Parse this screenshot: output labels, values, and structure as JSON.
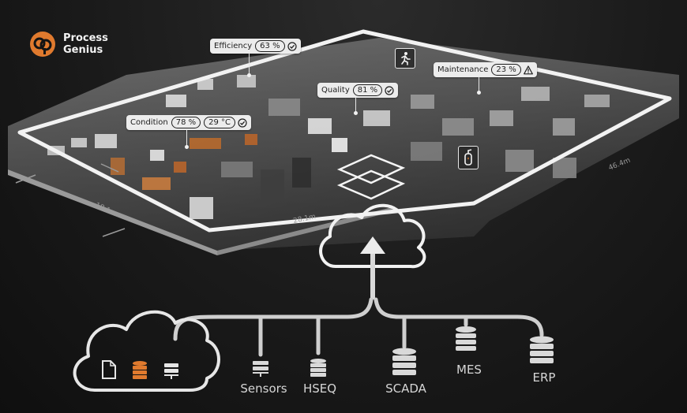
{
  "brand": {
    "name_line1": "Process",
    "name_line2": "Genius",
    "accent_color": "#e07a2e"
  },
  "kpi_tags": [
    {
      "label": "Efficiency",
      "values": [
        "63 %"
      ],
      "status": "check-icon"
    },
    {
      "label": "Quality",
      "values": [
        "81 %"
      ],
      "status": "check-icon"
    },
    {
      "label": "Maintenance",
      "values": [
        "23 %"
      ],
      "status": "warning-icon"
    },
    {
      "label": "Condition",
      "values": [
        "78 %",
        "29 °C"
      ],
      "status": "check-icon"
    }
  ],
  "floor_dimensions": {
    "length_a": "28.1m",
    "length_b": "46.4m",
    "width": "18.1m"
  },
  "sources": [
    {
      "label": "Sensors",
      "icon": "server-icon"
    },
    {
      "label": "HSEQ",
      "icon": "database-icon"
    },
    {
      "label": "SCADA",
      "icon": "database-icon"
    },
    {
      "label": "MES",
      "icon": "database-icon"
    },
    {
      "label": "ERP",
      "icon": "database-icon"
    }
  ],
  "local_cloud_icons": [
    "document-icon",
    "database-icon",
    "server-icon"
  ],
  "signs": [
    "emergency-exit-icon",
    "fire-extinguisher-icon"
  ],
  "colors": {
    "background": "#141414",
    "lines": "#d0d0d0",
    "highlight_db": "#e07a2e"
  }
}
